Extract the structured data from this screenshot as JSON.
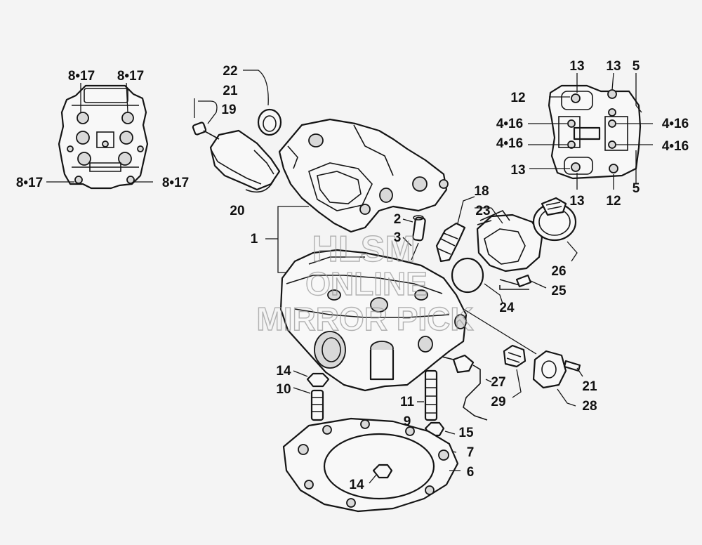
{
  "watermark": {
    "line1": "HLSM",
    "line2": "ONLINE",
    "line3": "MIRROR PICK"
  },
  "callouts": [
    {
      "id": "c-8-17-tl",
      "text": "8•17"
    },
    {
      "id": "c-8-17-tr",
      "text": "8•17"
    },
    {
      "id": "c-8-17-bl",
      "text": "8•17"
    },
    {
      "id": "c-8-17-br",
      "text": "8•17"
    },
    {
      "id": "c-22",
      "text": "22"
    },
    {
      "id": "c-21-top",
      "text": "21"
    },
    {
      "id": "c-19",
      "text": "19"
    },
    {
      "id": "c-20",
      "text": "20"
    },
    {
      "id": "c-1",
      "text": "1"
    },
    {
      "id": "c-2",
      "text": "2"
    },
    {
      "id": "c-3",
      "text": "3"
    },
    {
      "id": "c-18",
      "text": "18"
    },
    {
      "id": "c-23",
      "text": "23"
    },
    {
      "id": "c-26",
      "text": "26"
    },
    {
      "id": "c-25",
      "text": "25"
    },
    {
      "id": "c-24",
      "text": "24"
    },
    {
      "id": "c-13-a",
      "text": "13"
    },
    {
      "id": "c-13-b",
      "text": "13"
    },
    {
      "id": "c-5-top",
      "text": "5"
    },
    {
      "id": "c-12-top",
      "text": "12"
    },
    {
      "id": "c-4-16-lt",
      "text": "4•16"
    },
    {
      "id": "c-4-16-rt",
      "text": "4•16"
    },
    {
      "id": "c-4-16-lb",
      "text": "4•16"
    },
    {
      "id": "c-4-16-rb",
      "text": "4•16"
    },
    {
      "id": "c-13-c",
      "text": "13"
    },
    {
      "id": "c-5-bot",
      "text": "5"
    },
    {
      "id": "c-13-d",
      "text": "13"
    },
    {
      "id": "c-12-bot",
      "text": "12"
    },
    {
      "id": "c-14-top",
      "text": "14"
    },
    {
      "id": "c-10",
      "text": "10"
    },
    {
      "id": "c-11",
      "text": "11"
    },
    {
      "id": "c-27",
      "text": "27"
    },
    {
      "id": "c-21-bot",
      "text": "21"
    },
    {
      "id": "c-29",
      "text": "29"
    },
    {
      "id": "c-28",
      "text": "28"
    },
    {
      "id": "c-9",
      "text": "9"
    },
    {
      "id": "c-15",
      "text": "15"
    },
    {
      "id": "c-7",
      "text": "7"
    },
    {
      "id": "c-6",
      "text": "6"
    },
    {
      "id": "c-14-bot",
      "text": "14"
    }
  ]
}
